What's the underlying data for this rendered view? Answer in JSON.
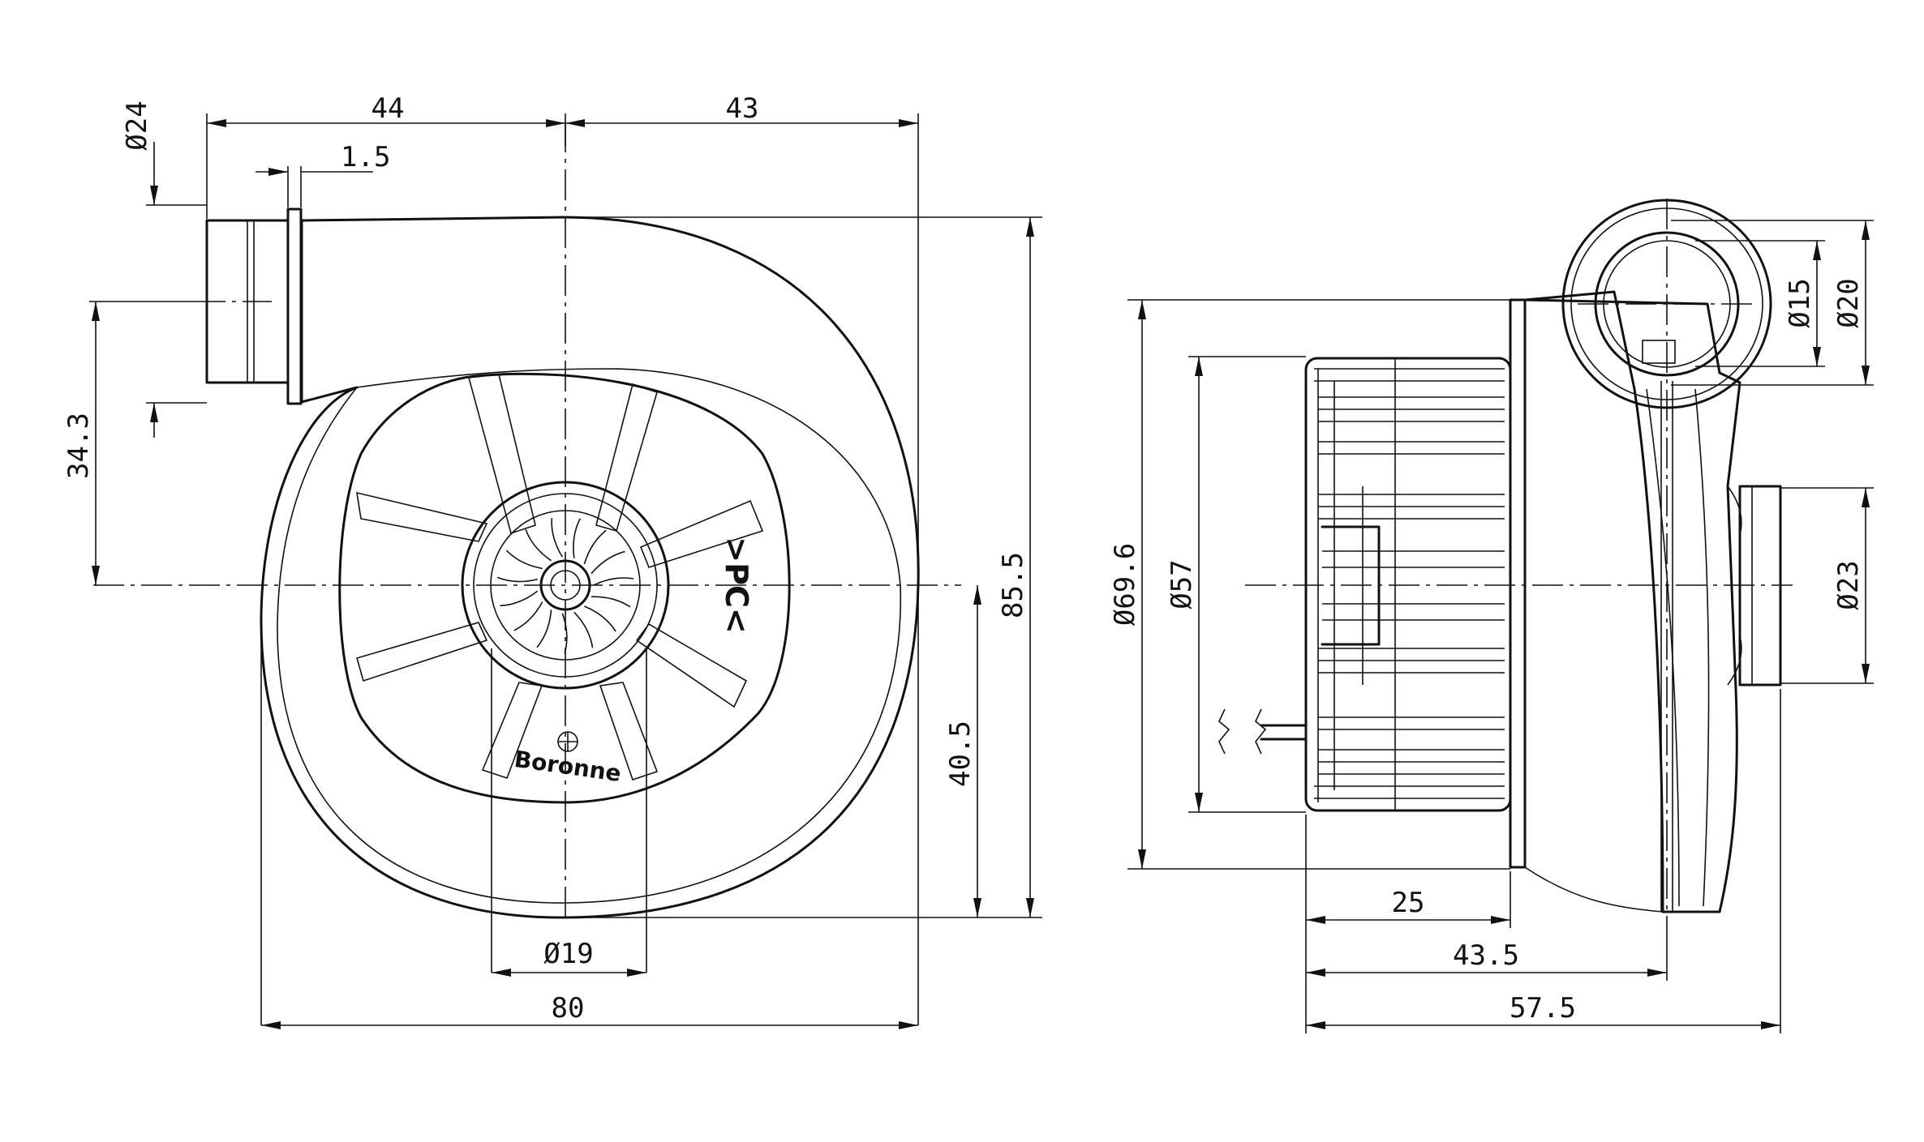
{
  "front_view": {
    "dims": {
      "inlet_dia": "Ø24",
      "left_width": "44",
      "right_width": "43",
      "flange": "1.5",
      "inlet_offset": "34.3",
      "height_total": "85.5",
      "lower_height": "40.5",
      "hub_dia": "Ø19",
      "width_total": "80"
    },
    "logo_text": "Boronne",
    "pc_mark": ">PC<"
  },
  "side_view": {
    "dims": {
      "body_dia": "Ø69.6",
      "motor_dia": "Ø57",
      "bore_dia": "Ø15",
      "ring_dia": "Ø20",
      "outlet_dia": "Ø23",
      "motor_depth": "25",
      "mid_depth": "43.5",
      "total_depth": "57.5"
    }
  }
}
